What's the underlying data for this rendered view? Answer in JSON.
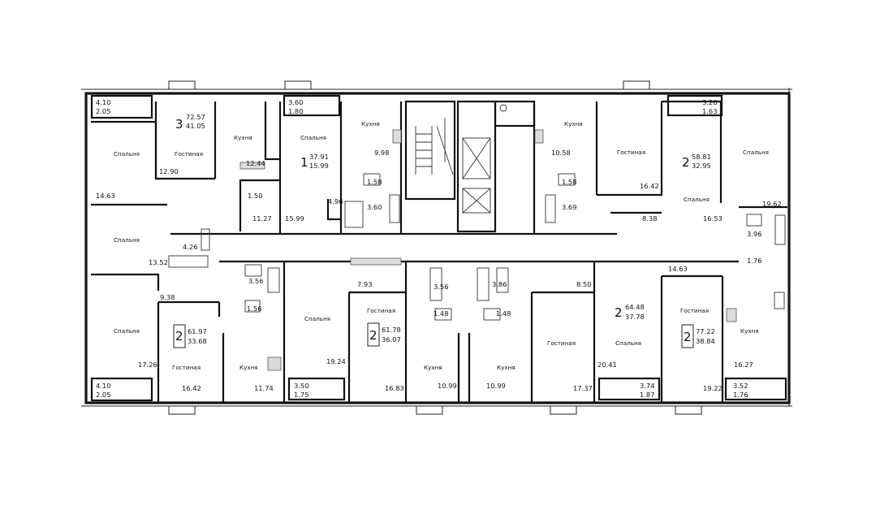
{
  "labels": {
    "kitchen": "Кухня",
    "living": "Гостиная",
    "bedroom": "Спальня"
  },
  "apartments": {
    "a1": {
      "rooms": "3",
      "total": "72.57",
      "living": "41.05"
    },
    "a2": {
      "rooms": "1",
      "total": "37.91",
      "living": "15.99"
    },
    "a3": {
      "rooms": "2",
      "total": "58.81",
      "living": "32.95"
    },
    "a4": {
      "rooms": "2",
      "total": "61.97",
      "living": "33.68"
    },
    "a5": {
      "rooms": "2",
      "total": "61.78",
      "living": "36.07"
    },
    "a6": {
      "rooms": "2",
      "total": "64.48",
      "living": "37.78"
    },
    "a7": {
      "rooms": "2",
      "total": "77.22",
      "living": "38.84"
    }
  },
  "balconies": {
    "tl": {
      "total": "4.10",
      "reduced": "2.05"
    },
    "t2": {
      "total": "3.60",
      "reduced": "1.80"
    },
    "tr": {
      "total": "3.26",
      "reduced": "1.63"
    },
    "bl": {
      "total": "4.10",
      "reduced": "2.05"
    },
    "b2": {
      "total": "3.50",
      "reduced": "1.75"
    },
    "b3": {
      "total": "3.74",
      "reduced": "1.87"
    },
    "b4": {
      "total": "3.52",
      "reduced": "1.76"
    }
  },
  "areas": {
    "a1_living": "12.90",
    "a1_bed1": "14.63",
    "a1_bed2": "13.52",
    "a1_kitchen": "12.44",
    "a1_hall": "11.27",
    "a1_wc": "1.50",
    "a1_bath": "4.26",
    "a2_bed": "15.99",
    "a2_kitchen": "9.98",
    "a2_hall": "4.96",
    "a2_wc": "1.58",
    "a2_bath": "3.60",
    "a3_kitchen": "10.58",
    "a3_living": "16.42",
    "a3_bed": "19.62",
    "a3_bed2": "16.53",
    "a3_hall": "8.38",
    "a3_wc": "1.58",
    "a3_bath": "3.69",
    "a3_bath2": "3.96",
    "a3_wc2": "1.76",
    "a4_hall": "9.38",
    "a4_bed": "17.26",
    "a4_living": "16.42",
    "a4_kitchen": "11.74",
    "a4_bath": "3.56",
    "a4_wc": "1.56",
    "a5_hall": "7.93",
    "a5_bed": "19.24",
    "a5_living": "16.83",
    "a5_kitchen": "10.99",
    "a5_bath": "3.56",
    "a5_wc": "1.48",
    "a6_kitchen": "10.99",
    "a6_living": "17.37",
    "a6_hall": "8.50",
    "a6_bed": "20.41",
    "a6_bath": "3.86",
    "a6_wc": "1.48",
    "a7_hall": "14.63",
    "a7_living": "19.22",
    "a7_kitchen": "16.27"
  }
}
